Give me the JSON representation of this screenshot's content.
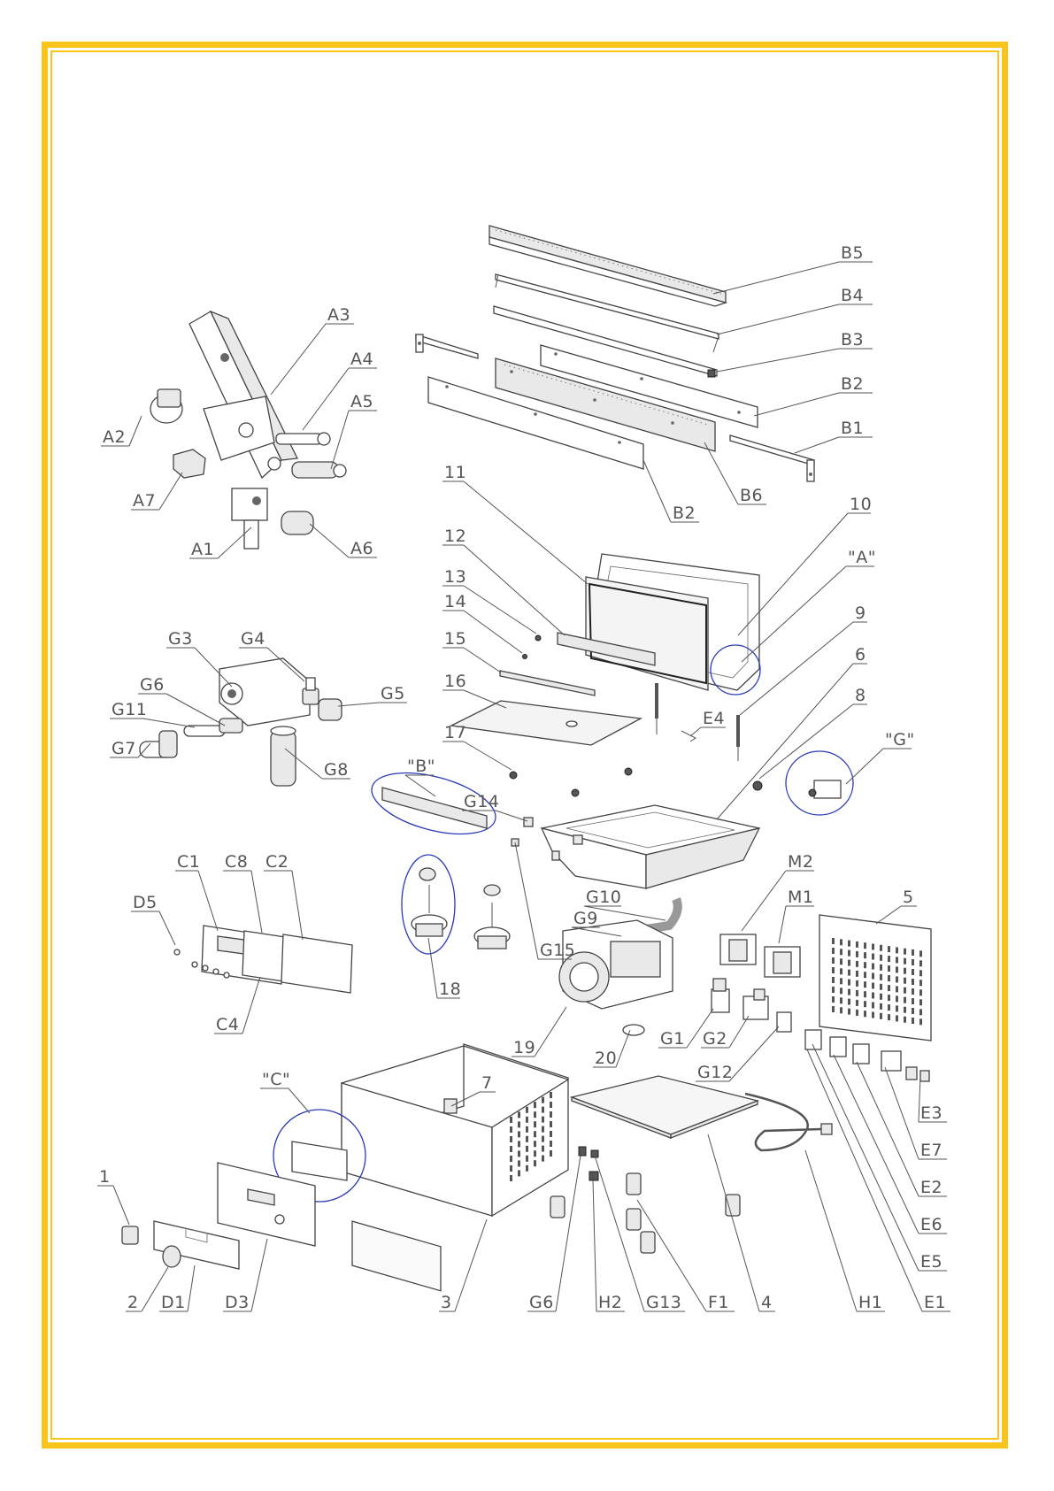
{
  "colors": {
    "frame": "#f9c51a",
    "lines": "#555555",
    "detail_circle": "#2a3ab8"
  },
  "labels": [
    {
      "id": "B5",
      "text": "B5"
    },
    {
      "id": "B4",
      "text": "B4"
    },
    {
      "id": "B3",
      "text": "B3"
    },
    {
      "id": "B2r",
      "text": "B2"
    },
    {
      "id": "B1",
      "text": "B1"
    },
    {
      "id": "B6",
      "text": "B6"
    },
    {
      "id": "B2b",
      "text": "B2"
    },
    {
      "id": "A3",
      "text": "A3"
    },
    {
      "id": "A4",
      "text": "A4"
    },
    {
      "id": "A5",
      "text": "A5"
    },
    {
      "id": "A2",
      "text": "A2"
    },
    {
      "id": "A7",
      "text": "A7"
    },
    {
      "id": "A6",
      "text": "A6"
    },
    {
      "id": "A1",
      "text": "A1"
    },
    {
      "id": "n11",
      "text": "11"
    },
    {
      "id": "n10",
      "text": "10"
    },
    {
      "id": "n12",
      "text": "12"
    },
    {
      "id": "dA",
      "text": "\"A\""
    },
    {
      "id": "n13",
      "text": "13"
    },
    {
      "id": "n14",
      "text": "14"
    },
    {
      "id": "n9",
      "text": "9"
    },
    {
      "id": "n15",
      "text": "15"
    },
    {
      "id": "n6",
      "text": "6"
    },
    {
      "id": "n16",
      "text": "16"
    },
    {
      "id": "E4",
      "text": "E4"
    },
    {
      "id": "n8",
      "text": "8"
    },
    {
      "id": "n17",
      "text": "17"
    },
    {
      "id": "dG",
      "text": "\"G\""
    },
    {
      "id": "G3",
      "text": "G3"
    },
    {
      "id": "G4",
      "text": "G4"
    },
    {
      "id": "G6a",
      "text": "G6"
    },
    {
      "id": "G5",
      "text": "G5"
    },
    {
      "id": "G11",
      "text": "G11"
    },
    {
      "id": "G7",
      "text": "G7"
    },
    {
      "id": "G8",
      "text": "G8"
    },
    {
      "id": "dB",
      "text": "\"B\""
    },
    {
      "id": "G14",
      "text": "G14"
    },
    {
      "id": "C1",
      "text": "C1"
    },
    {
      "id": "C8",
      "text": "C8"
    },
    {
      "id": "C2",
      "text": "C2"
    },
    {
      "id": "D5",
      "text": "D5"
    },
    {
      "id": "G10",
      "text": "G10"
    },
    {
      "id": "M2",
      "text": "M2"
    },
    {
      "id": "M1",
      "text": "M1"
    },
    {
      "id": "n5",
      "text": "5"
    },
    {
      "id": "G9",
      "text": "G9"
    },
    {
      "id": "G15",
      "text": "G15"
    },
    {
      "id": "C4",
      "text": "C4"
    },
    {
      "id": "n18",
      "text": "18"
    },
    {
      "id": "n19",
      "text": "19"
    },
    {
      "id": "G1",
      "text": "G1"
    },
    {
      "id": "G2",
      "text": "G2"
    },
    {
      "id": "n20",
      "text": "20"
    },
    {
      "id": "G12",
      "text": "G12"
    },
    {
      "id": "dC",
      "text": "\"C\""
    },
    {
      "id": "n7",
      "text": "7"
    },
    {
      "id": "E3",
      "text": "E3"
    },
    {
      "id": "E7",
      "text": "E7"
    },
    {
      "id": "n1",
      "text": "1"
    },
    {
      "id": "E2",
      "text": "E2"
    },
    {
      "id": "E6",
      "text": "E6"
    },
    {
      "id": "E5",
      "text": "E5"
    },
    {
      "id": "n2",
      "text": "2"
    },
    {
      "id": "D1",
      "text": "D1"
    },
    {
      "id": "D3",
      "text": "D3"
    },
    {
      "id": "n3",
      "text": "3"
    },
    {
      "id": "G6b",
      "text": "G6"
    },
    {
      "id": "H2",
      "text": "H2"
    },
    {
      "id": "G13",
      "text": "G13"
    },
    {
      "id": "F1",
      "text": "F1"
    },
    {
      "id": "n4",
      "text": "4"
    },
    {
      "id": "H1",
      "text": "H1"
    },
    {
      "id": "E1",
      "text": "E1"
    }
  ]
}
